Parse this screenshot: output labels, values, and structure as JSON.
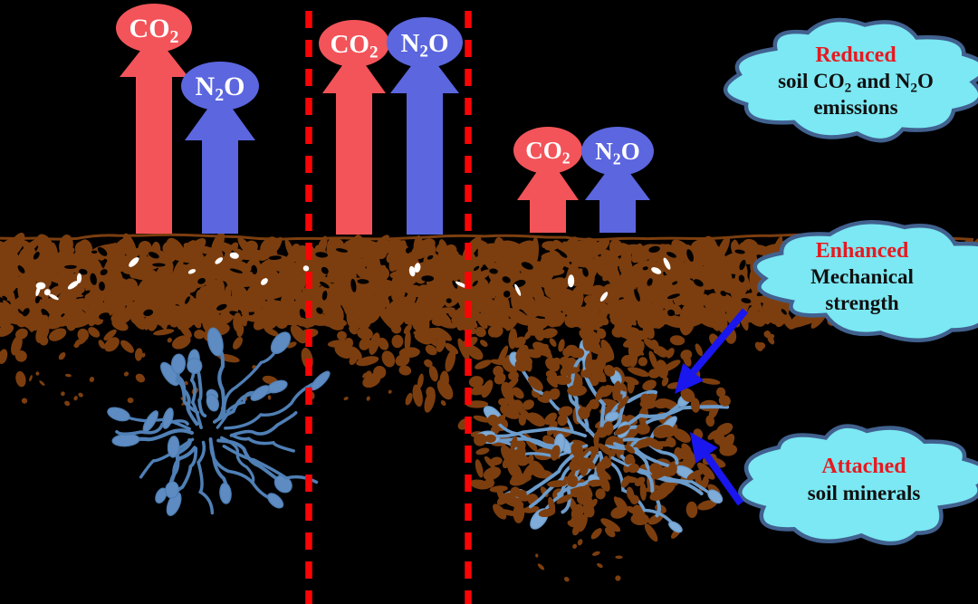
{
  "colors": {
    "background": "#000000",
    "co2_arrow": "#F25459",
    "n2o_arrow": "#5B66DF",
    "gas_label_text": "#FFFFFF",
    "dashed_line": "#FA0505",
    "soil": "#7C3E0F",
    "soil_speck_white": "#FFFFFF",
    "roots_left": "#5E8CC2",
    "roots_right": "#7FACD8",
    "callout_fill": "#7BE8F3",
    "callout_border": "#41618F",
    "callout_title": "#E8191F",
    "callout_text": "#101010",
    "annotation_arrow": "#1A16EE"
  },
  "gas_labels": {
    "co2": [
      {
        "t": "CO"
      },
      {
        "t": "2",
        "sub": true
      }
    ],
    "n2o": [
      {
        "t": "N"
      },
      {
        "t": "2",
        "sub": true
      },
      {
        "t": "O"
      }
    ]
  },
  "emission_groups": [
    {
      "id": "left",
      "arrows": [
        "co2",
        "n2o"
      ]
    },
    {
      "id": "middle",
      "arrows": [
        "co2",
        "n2o"
      ]
    },
    {
      "id": "right",
      "arrows": [
        "co2",
        "n2o"
      ]
    }
  ],
  "callouts": [
    {
      "id": "reduced-emissions",
      "title": "Reduced",
      "lines": [
        [
          {
            "t": "soil CO"
          },
          {
            "t": "2",
            "sub": true
          },
          {
            "t": " and N"
          },
          {
            "t": "2",
            "sub": true
          },
          {
            "t": "O"
          }
        ],
        [
          {
            "t": "emissions"
          }
        ]
      ]
    },
    {
      "id": "enhanced-strength",
      "title": "Enhanced",
      "lines": [
        [
          {
            "t": "Mechanical"
          }
        ],
        [
          {
            "t": "strength"
          }
        ]
      ]
    },
    {
      "id": "attached-minerals",
      "title": "Attached",
      "lines": [
        [
          {
            "t": "soil minerals"
          }
        ]
      ]
    }
  ]
}
